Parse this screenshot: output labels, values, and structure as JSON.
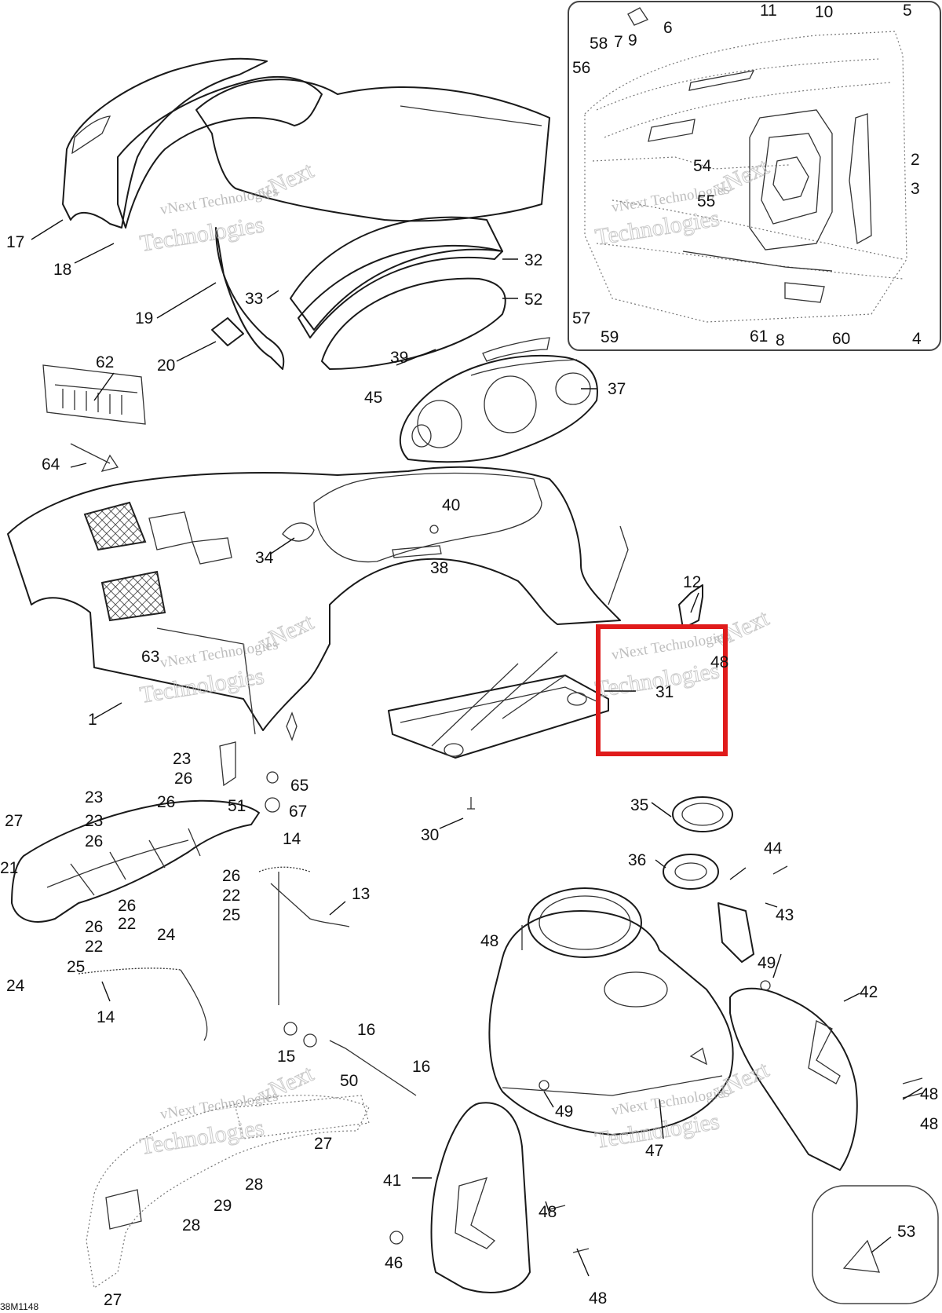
{
  "drawing_code": "38M1148",
  "watermark": {
    "line1": "vNext Technologies",
    "line2": "vNext",
    "line3": "Technologies"
  },
  "highlight": {
    "color": "#e01b1b"
  },
  "callouts": {
    "c1": "1",
    "c2": "2",
    "c3": "3",
    "c4": "4",
    "c5": "5",
    "c6": "6",
    "c7": "7",
    "c8": "8",
    "c9": "9",
    "c10": "10",
    "c11": "11",
    "c12": "12",
    "c13": "13",
    "c14a": "14",
    "c14b": "14",
    "c15": "15",
    "c16a": "16",
    "c16b": "16",
    "c17": "17",
    "c18": "18",
    "c19": "19",
    "c20": "20",
    "c21": "21",
    "c22a": "22",
    "c22b": "22",
    "c22c": "22",
    "c23a": "23",
    "c23b": "23",
    "c23c": "23",
    "c24a": "24",
    "c24b": "24",
    "c25a": "25",
    "c25b": "25",
    "c26a": "26",
    "c26b": "26",
    "c26c": "26",
    "c26d": "26",
    "c26e": "26",
    "c26f": "26",
    "c27a": "27",
    "c27b": "27",
    "c27c": "27",
    "c28a": "28",
    "c28b": "28",
    "c29": "29",
    "c30": "30",
    "c31": "31",
    "c32": "32",
    "c33": "33",
    "c34": "34",
    "c35": "35",
    "c36": "36",
    "c37": "37",
    "c38": "38",
    "c39": "39",
    "c40": "40",
    "c41": "41",
    "c42": "42",
    "c43": "43",
    "c44": "44",
    "c45": "45",
    "c46": "46",
    "c47": "47",
    "c48a": "48",
    "c48b": "48",
    "c48c": "48",
    "c48d": "48",
    "c48e": "48",
    "c49a": "49",
    "c49b": "49",
    "c50": "50",
    "c51": "51",
    "c52": "52",
    "c53": "53",
    "c54": "54",
    "c55": "55",
    "c56": "56",
    "c57": "57",
    "c58": "58",
    "c59": "59",
    "c60": "60",
    "c61": "61",
    "c62": "62",
    "c63": "63",
    "c64": "64",
    "c65": "65",
    "c67": "67",
    "c48f": "48"
  }
}
